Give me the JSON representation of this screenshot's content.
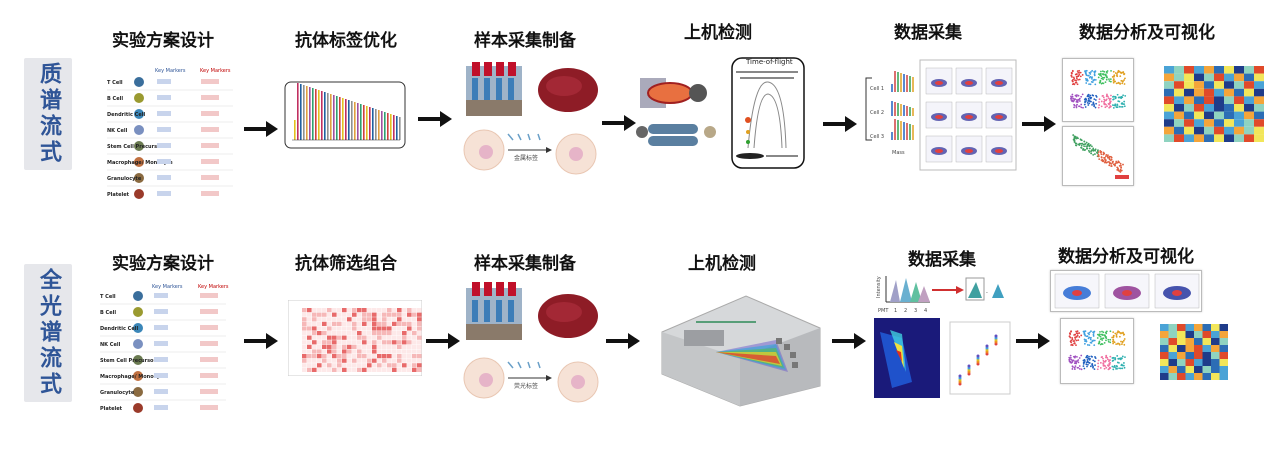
{
  "rows": [
    {
      "side_label": "质谱流式",
      "steps": [
        "实验方案设计",
        "抗体标签优化",
        "样本采集制备",
        "上机检测",
        "数据采集",
        "数据分析及可视化"
      ],
      "cells": [
        "T Cell",
        "B Cell",
        "Dendritic Cell",
        "NK Cell",
        "Stem Cell Precursor",
        "Macrophage/ Monocyte",
        "Granulocyte",
        "Platelet"
      ],
      "label_tag": "金属标签",
      "tof_label": "Time-of-flight",
      "cell_rows": [
        "Cell 1",
        "Cell 2",
        "Cell 3"
      ],
      "mass_label": "Mass"
    },
    {
      "side_label": "全光谱流式",
      "steps": [
        "实验方案设计",
        "抗体筛选组合",
        "样本采集制备",
        "上机检测",
        "数据采集",
        "数据分析及可视化"
      ],
      "cells": [
        "T Cell",
        "B Cell",
        "Dendritic Cell",
        "NK Cell",
        "Stem Cell Precursor",
        "Macrophage/ Monocyte",
        "Granulocyte",
        "Platelet"
      ],
      "label_tag": "荧光标签",
      "intensity_label": "Intensity",
      "pmt_label": "PMT",
      "pmt_numbers": [
        "1",
        "2",
        "3",
        "4"
      ]
    }
  ]
}
